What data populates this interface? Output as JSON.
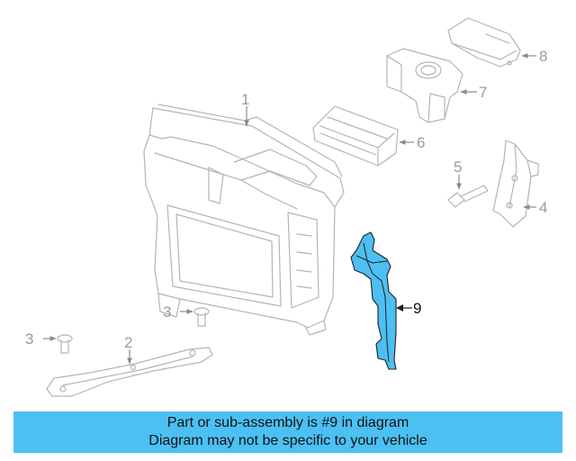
{
  "callouts": {
    "c1": "1",
    "c2": "2",
    "c3a": "3",
    "c3b": "3",
    "c4": "4",
    "c5": "5",
    "c6": "6",
    "c7": "7",
    "c8": "8",
    "c9": "9"
  },
  "highlight_color": "#4cc0f3",
  "banner": {
    "line1": "Part or sub-assembly is #9 in diagram",
    "line2": "Diagram may not be specific to your vehicle"
  }
}
